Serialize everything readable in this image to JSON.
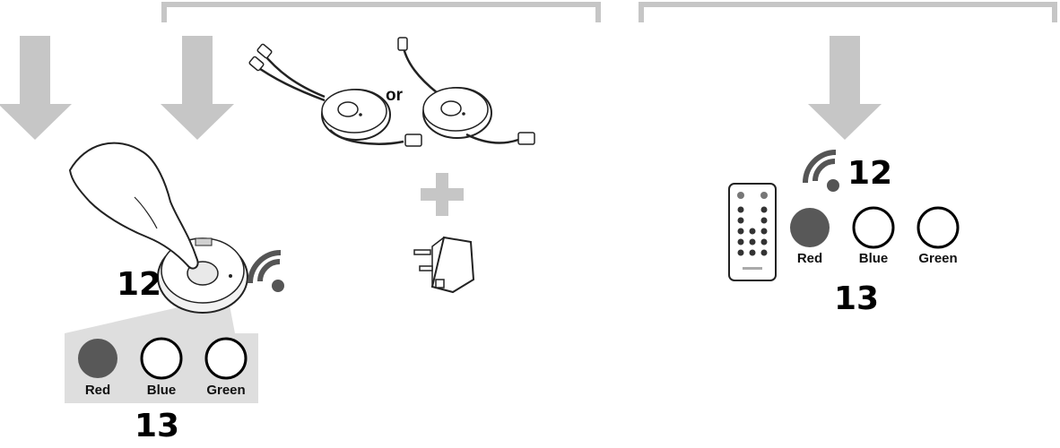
{
  "callouts": {
    "left_button": "12",
    "left_lights": "13",
    "right_signal": "12",
    "right_lights": "13"
  },
  "connector_word": "or",
  "indicator_lights": {
    "left": [
      "Red",
      "Blue",
      "Green"
    ],
    "right": [
      "Red",
      "Blue",
      "Green"
    ]
  },
  "colors": {
    "arrow": "#c6c6c6",
    "bracket": "#c6c6c6",
    "red_light_fill": "#585858",
    "light_outline": "#000000",
    "panel_bg": "#dedede"
  },
  "icons": [
    "hand-pressing-icon",
    "receiver-hub-icon",
    "wifi-signal-icon",
    "cable-hub-icon",
    "plus-icon",
    "power-adapter-icon",
    "remote-control-icon"
  ]
}
